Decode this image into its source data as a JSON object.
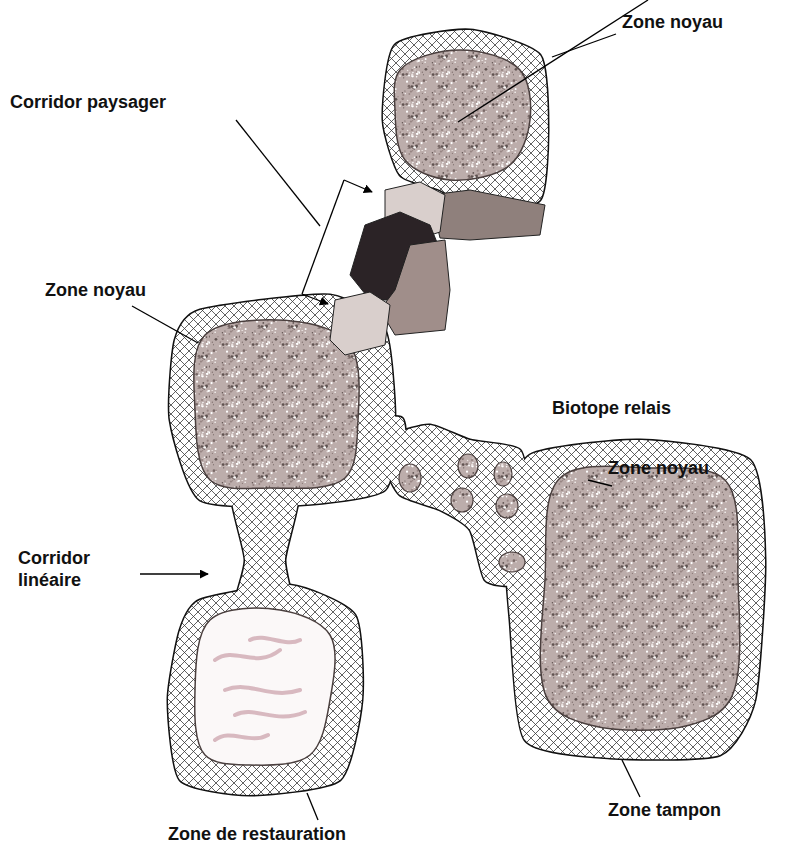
{
  "diagram": {
    "labels": [
      "Zone noyau",
      "Corridor paysager",
      "Zone noyau",
      "Biotope relais",
      "Zone noyau",
      "Corridor linéaire",
      "Zone tampon",
      "Zone de restauration"
    ]
  }
}
